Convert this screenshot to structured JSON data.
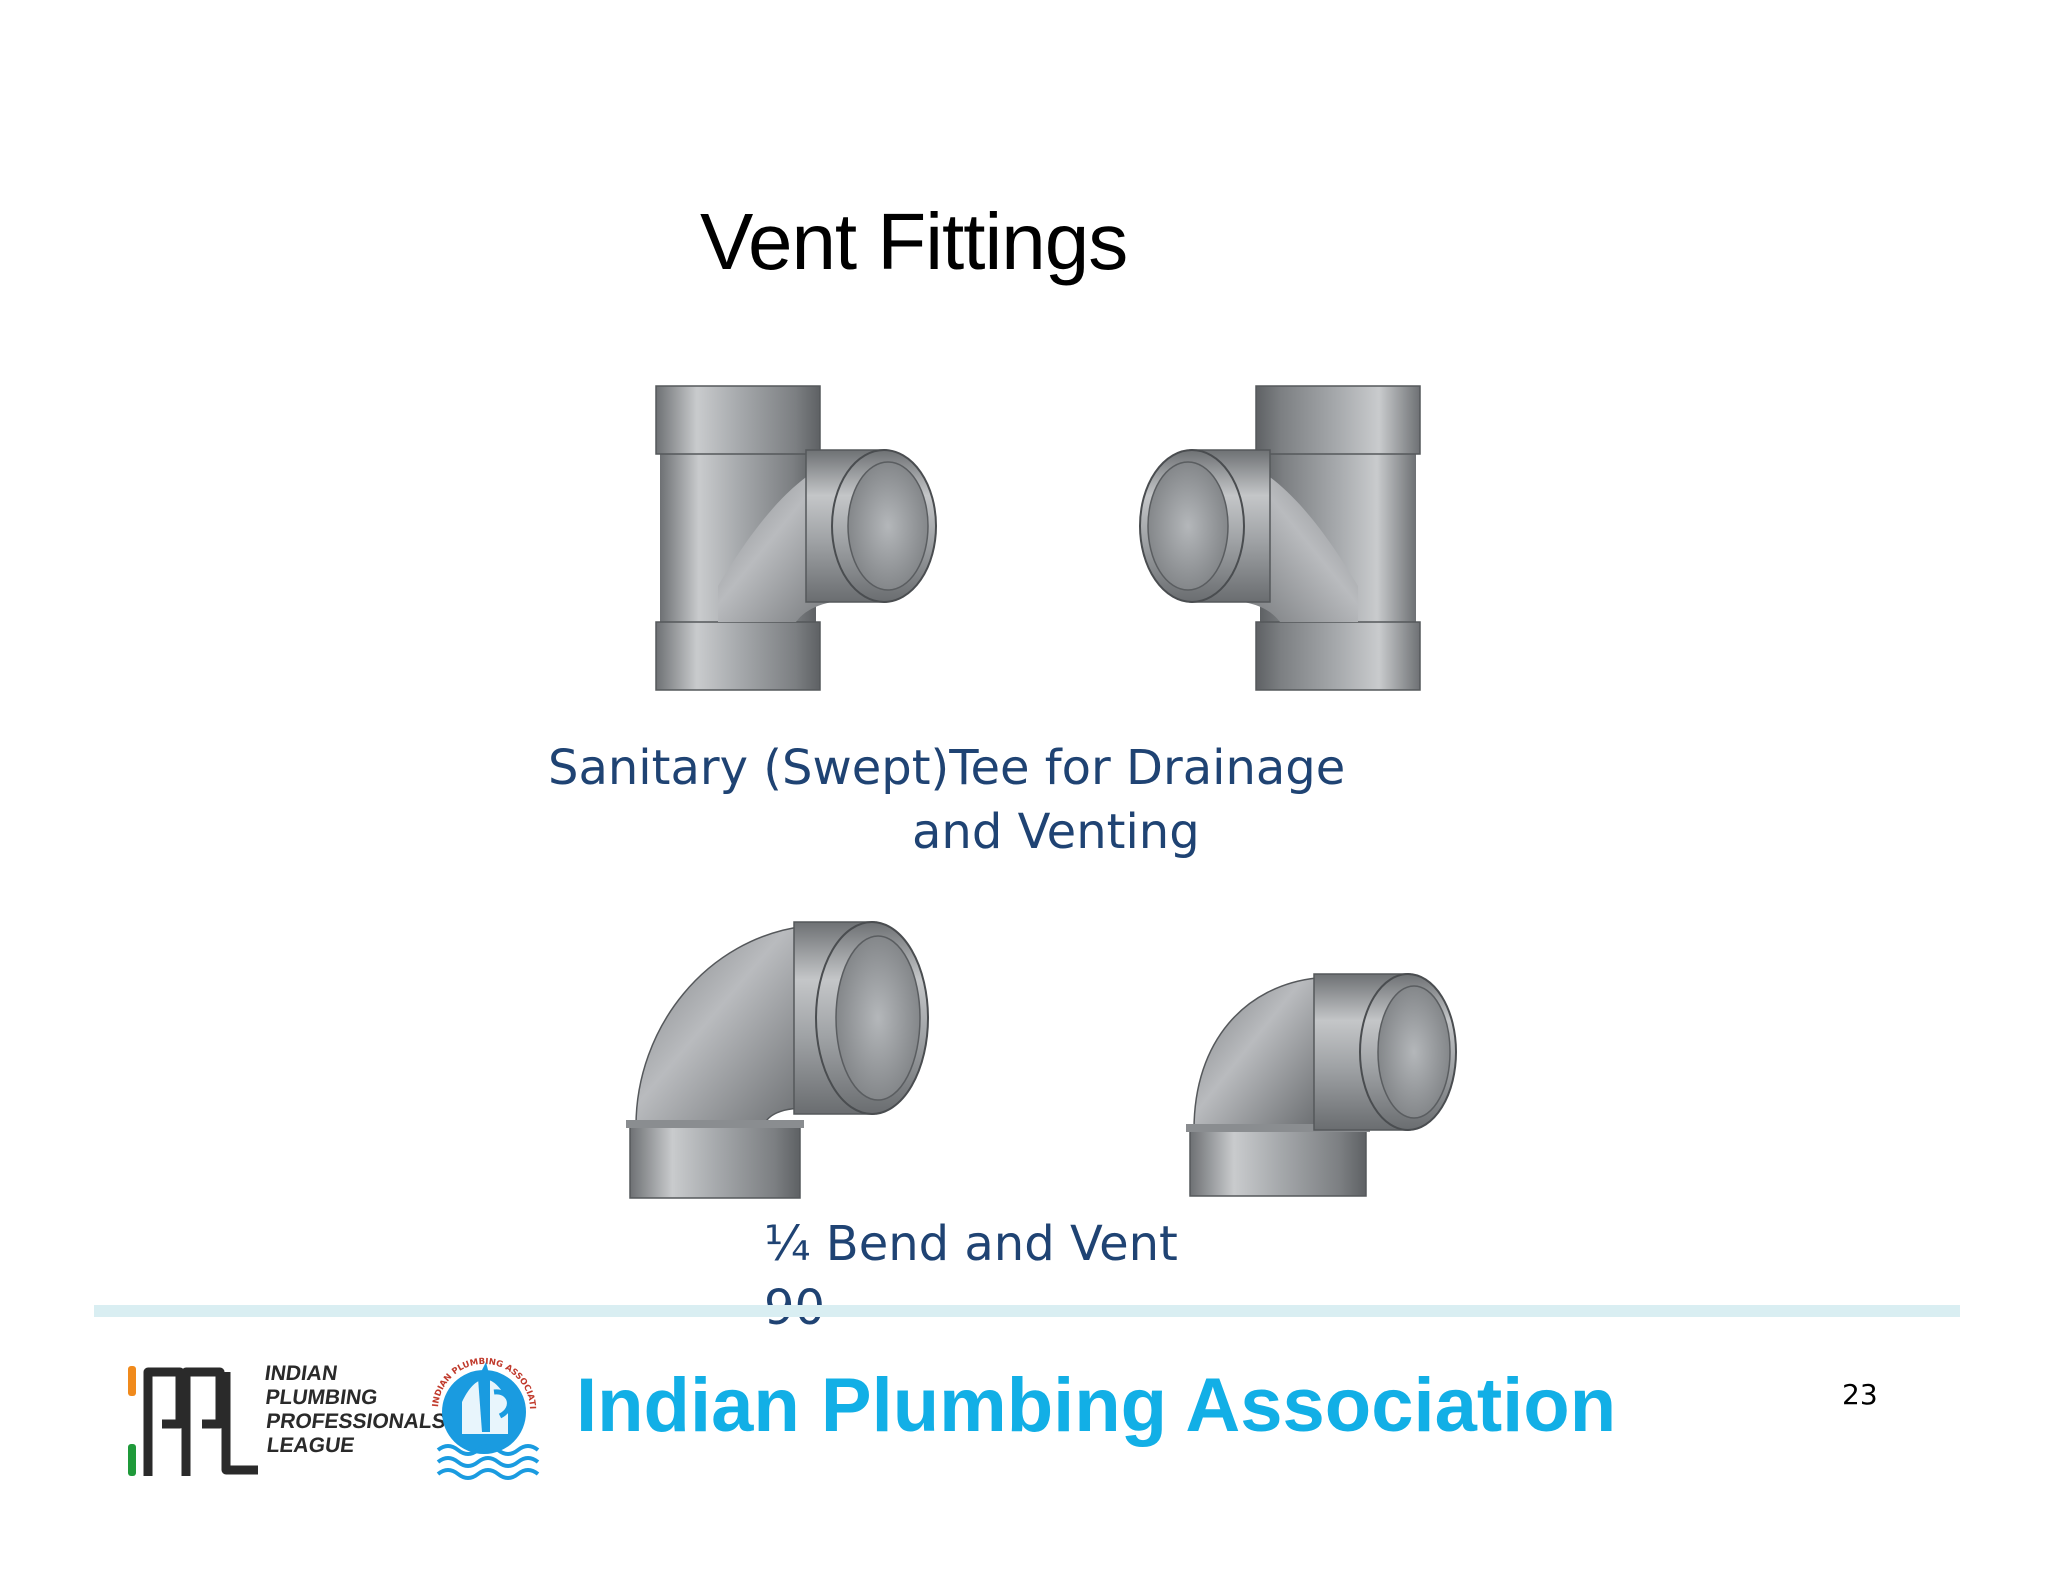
{
  "slide": {
    "title": "Vent Fittings",
    "caption_tee_line1": "Sanitary (Swept)Tee for Drainage",
    "caption_tee_line2": "and Venting",
    "caption_bend_line1": "¼ Bend and Vent",
    "caption_bend_line2": "90"
  },
  "footer": {
    "association_name": "Indian Plumbing Association",
    "page_number": "23",
    "ippl_logo_text": [
      "INDIAN",
      "PLUMBING",
      "PROFESSIONALS",
      "LEAGUE"
    ],
    "ipa_logo_ring_text": "INDIAN PLUMBING ASSOCIATION"
  },
  "colors": {
    "caption": "#1f4373",
    "association": "#12afe6",
    "rule": "#d9eef2",
    "pipe": "#9a9da0"
  }
}
